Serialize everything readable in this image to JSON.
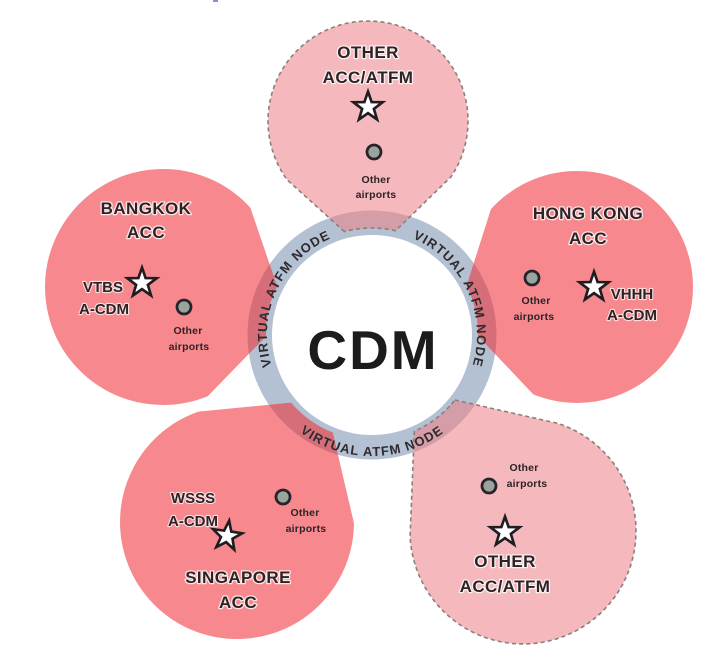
{
  "figure": {
    "background": "#ffffff",
    "center": {
      "label": "CDM"
    },
    "ring": {
      "label": "VIRTUAL ATFM NODE"
    },
    "colors": {
      "ring": "#b4c1d2",
      "member_fill": "#f02c35",
      "other_fill": "#ee8087",
      "dashed_border": "#8b7f7b",
      "star_fill": "#ffffff",
      "star_stroke": "#201d20",
      "dot_fill": "#9aa49c",
      "dot_stroke": "#26232a",
      "label_text": "#2b2326",
      "ring_text": "#2e2a2e",
      "center_text": "#1c1c1c"
    },
    "petals": {
      "top": {
        "style": "dashed",
        "title": [
          "OTHER",
          "ACC/ATFM"
        ],
        "airports": [
          "Other",
          "airports"
        ]
      },
      "bangkok": {
        "style": "solid",
        "title": [
          "BANGKOK",
          "ACC"
        ],
        "site": [
          "VTBS",
          "A-CDM"
        ],
        "airports": [
          "Other",
          "airports"
        ]
      },
      "hongkong": {
        "style": "solid",
        "title": [
          "HONG KONG",
          "ACC"
        ],
        "site": [
          "VHHH",
          "A-CDM"
        ],
        "airports": [
          "Other",
          "airports"
        ]
      },
      "singapore": {
        "style": "solid",
        "title": [
          "SINGAPORE",
          "ACC"
        ],
        "site": [
          "WSSS",
          "A-CDM"
        ],
        "airports": [
          "Other",
          "airports"
        ]
      },
      "otherBottom": {
        "style": "dashed",
        "title": [
          "OTHER",
          "ACC/ATFM"
        ],
        "airports": [
          "Other",
          "airports"
        ]
      }
    }
  }
}
